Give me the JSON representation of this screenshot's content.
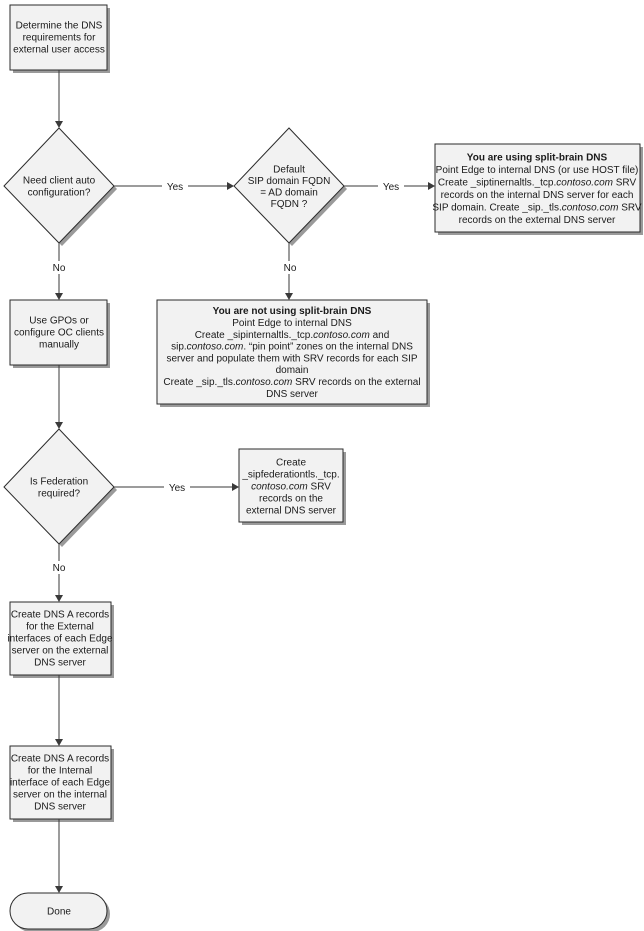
{
  "nodes": {
    "start": {
      "lines": [
        [
          {
            "t": "Determine the  DNS"
          }
        ],
        [
          {
            "t": "requirements for"
          }
        ],
        [
          {
            "t": "external user access"
          }
        ]
      ]
    },
    "auto_config": {
      "lines": [
        [
          {
            "t": "Need client auto"
          }
        ],
        [
          {
            "t": "configuration?"
          }
        ]
      ]
    },
    "sip_fqdn": {
      "lines": [
        [
          {
            "t": "Default"
          }
        ],
        [
          {
            "t": "SIP domain FQDN"
          }
        ],
        [
          {
            "t": "= AD domain"
          }
        ],
        [
          {
            "t": "FQDN ?"
          }
        ]
      ]
    },
    "split_brain": {
      "lines": [
        [
          {
            "t": "You are using split-brain DNS",
            "b": true
          }
        ],
        [
          {
            "t": "Point Edge to internal DNS (or use HOST file)"
          }
        ],
        [
          {
            "t": "Create _siptinernaltls._tcp."
          },
          {
            "t": "contoso.com",
            "i": true
          },
          {
            "t": " SRV"
          }
        ],
        [
          {
            "t": "records on the internal DNS server for each"
          }
        ],
        [
          {
            "t": "SIP domain. Create _sip._tls."
          },
          {
            "t": "contoso.com",
            "i": true
          },
          {
            "t": " SRV"
          }
        ],
        [
          {
            "t": "records on the external DNS server"
          }
        ]
      ]
    },
    "not_split_brain": {
      "lines": [
        [
          {
            "t": "You are not using split-brain DNS",
            "b": true
          }
        ],
        [
          {
            "t": "Point Edge to internal DNS"
          }
        ],
        [
          {
            "t": "Create _sipinternaltls._tcp."
          },
          {
            "t": "contoso.com",
            "i": true
          },
          {
            "t": " and"
          }
        ],
        [
          {
            "t": "sip."
          },
          {
            "t": "contoso.com",
            "i": true
          },
          {
            "t": ".  “pin point” zones on the internal DNS"
          }
        ],
        [
          {
            "t": "server and populate them with SRV records for each SIP"
          }
        ],
        [
          {
            "t": "domain"
          }
        ],
        [
          {
            "t": "Create _sip._tls."
          },
          {
            "t": "contoso.com",
            "i": true
          },
          {
            "t": " SRV records on the external"
          }
        ],
        [
          {
            "t": "DNS server"
          }
        ]
      ]
    },
    "gpo": {
      "lines": [
        [
          {
            "t": "Use GPOs or"
          }
        ],
        [
          {
            "t": "configure OC clients"
          }
        ],
        [
          {
            "t": "manually"
          }
        ]
      ]
    },
    "federation": {
      "lines": [
        [
          {
            "t": "Is Federation"
          }
        ],
        [
          {
            "t": "required?"
          }
        ]
      ]
    },
    "federation_srv": {
      "lines": [
        [
          {
            "t": "Create"
          }
        ],
        [
          {
            "t": "_sipfederationtls._tcp."
          }
        ],
        [
          {
            "t": "contoso.com",
            "i": true
          },
          {
            "t": " SRV"
          }
        ],
        [
          {
            "t": "records on the"
          }
        ],
        [
          {
            "t": "external DNS server"
          }
        ]
      ]
    },
    "external_a": {
      "lines": [
        [
          {
            "t": "Create DNS A records"
          }
        ],
        [
          {
            "t": "for the External"
          }
        ],
        [
          {
            "t": "interfaces of each Edge"
          }
        ],
        [
          {
            "t": "server on the external"
          }
        ],
        [
          {
            "t": "DNS server"
          }
        ]
      ]
    },
    "internal_a": {
      "lines": [
        [
          {
            "t": "Create DNS A records"
          }
        ],
        [
          {
            "t": "for the Internal"
          }
        ],
        [
          {
            "t": "interface of each Edge"
          }
        ],
        [
          {
            "t": "server on the internal"
          }
        ],
        [
          {
            "t": "DNS server"
          }
        ]
      ]
    },
    "done": {
      "lines": [
        [
          {
            "t": "Done"
          }
        ]
      ]
    }
  },
  "edge_labels": {
    "auto_yes": "Yes",
    "auto_no": "No",
    "fqdn_yes": "Yes",
    "fqdn_no": "No",
    "fed_yes": "Yes",
    "fed_no": "No"
  }
}
